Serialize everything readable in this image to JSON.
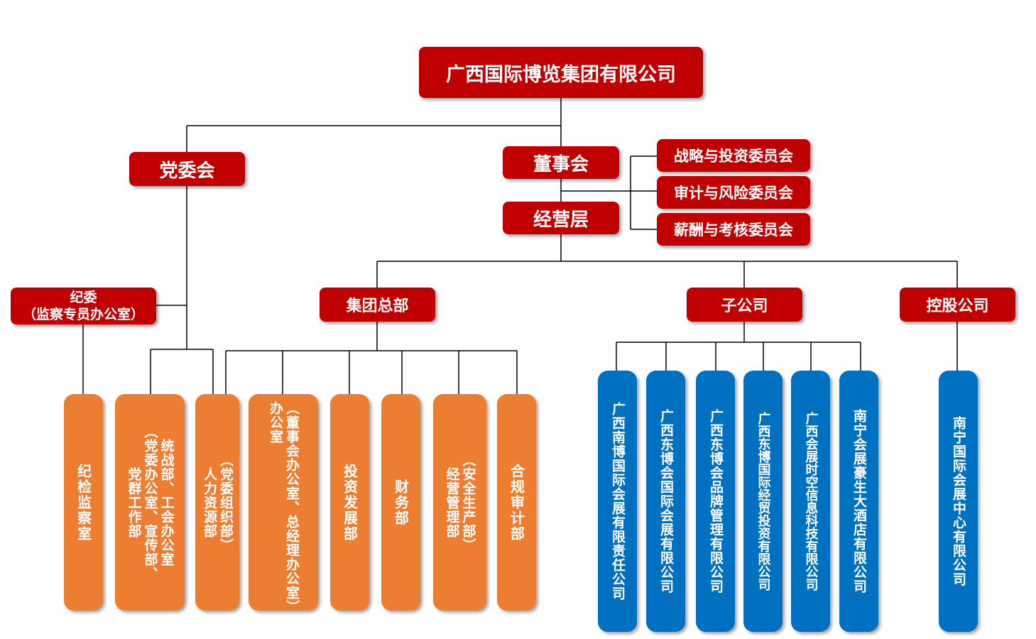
{
  "top": {
    "label": "广西国际博览集团有限公司"
  },
  "party": {
    "label": "党委会"
  },
  "board": {
    "label": "董事会"
  },
  "management": {
    "label": "经营层"
  },
  "committees": {
    "strategy": "战略与投资委员会",
    "audit_risk": "审计与风险委员会",
    "compensation": "薪酬与考核委员会"
  },
  "discipline": {
    "line1": "纪委",
    "line2": "（监察专员办公室）"
  },
  "hq": {
    "label": "集团总部"
  },
  "subsidiaries": {
    "label": "子公司"
  },
  "holdings": {
    "label": "控股公司"
  },
  "departments": {
    "d1": "纪检监察室",
    "d2_col1": "统战部、工会办公室",
    "d2_col2": "（党委办公室、宣传部、",
    "d2_col3": "党群工作部",
    "d3_col1": "（党委组织部）",
    "d3_col2": "人力资源部",
    "d4_col1": "（董事会办公室、总经理办公室）",
    "d4_col2": "办公室",
    "d5": "投资发展部",
    "d6": "财务部",
    "d7_col1": "（安全生产部）",
    "d7_col2": "经营管理部",
    "d8": "合规审计部"
  },
  "companies": {
    "c1": "广西南博国际会展有限责任公司",
    "c2": "广西东博会国际会展有限公司",
    "c3": "广西东博会品牌管理有限公司",
    "c4": "广西东博国际经贸投资有限公司",
    "c5": "广西会展时空信息科技有限公司",
    "c6": "南宁会展豪生大酒店有限公司",
    "c7": "南宁国际会展中心有限公司"
  }
}
